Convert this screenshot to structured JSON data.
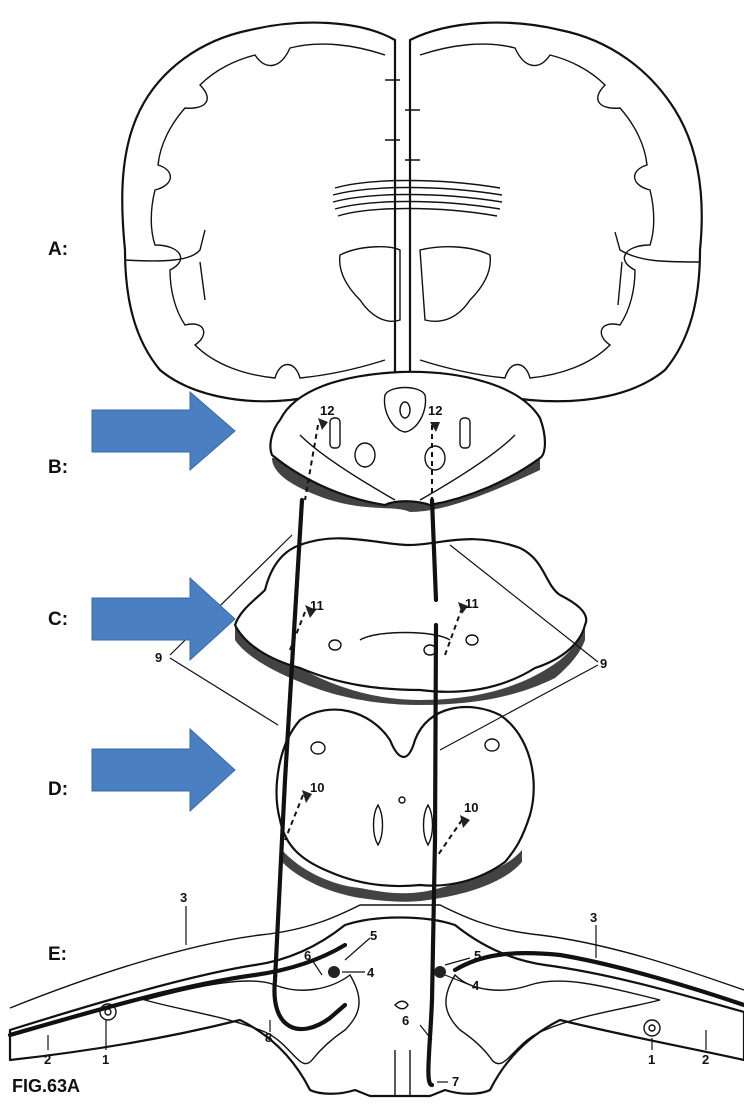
{
  "figure": {
    "caption": "FIG.63A",
    "section_labels": {
      "a": "A:",
      "b": "B:",
      "c": "C:",
      "d": "D:",
      "e": "E:"
    },
    "numbers": {
      "n1": "1",
      "n2": "2",
      "n3": "3",
      "n4": "4",
      "n5": "5",
      "n6": "6",
      "n7": "7",
      "n8": "8",
      "n9": "9",
      "n10": "10",
      "n11": "11",
      "n12": "12"
    },
    "colors": {
      "arrow": "#4a7fc1",
      "ink": "#111111"
    }
  }
}
